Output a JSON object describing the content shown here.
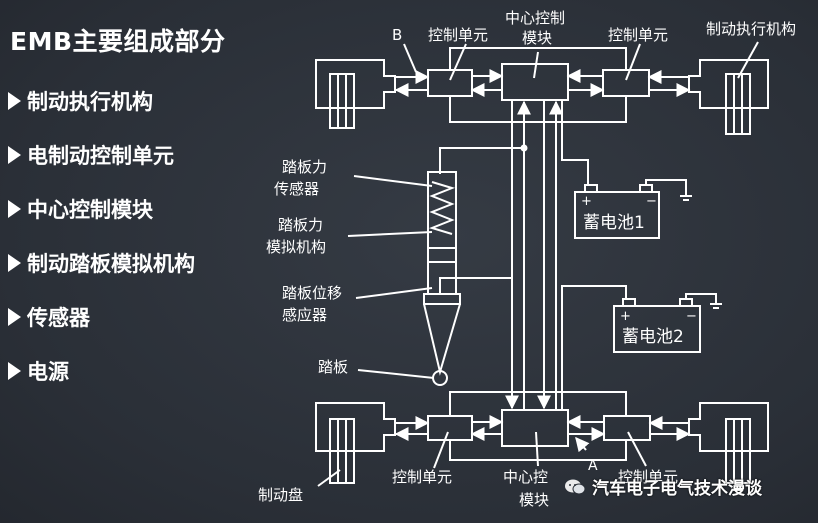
{
  "title": "EMB主要组成部分",
  "menu_items": [
    "制动执行机构",
    "电制动控制单元",
    "中心控制模块",
    "制动踏板模拟机构",
    "传感器",
    "电源"
  ],
  "diagram_labels": {
    "label_b": "B",
    "label_a": "A",
    "control_unit_top_left": "控制单元",
    "center_module_top_l1": "中心控制",
    "center_module_top_l2": "模块",
    "control_unit_top_right": "控制单元",
    "actuator": "制动执行机构",
    "pedal_force_sensor_l1": "踏板力",
    "pedal_force_sensor_l2": "传感器",
    "pedal_force_sim_l1": "踏板力",
    "pedal_force_sim_l2": "模拟机构",
    "pedal_position_sensor_l1": "踏板位移",
    "pedal_position_sensor_l2": "感应器",
    "pedal": "踏板",
    "battery_1": "蓄电池1",
    "battery_2": "蓄电池2",
    "brake_disc": "制动盘",
    "control_unit_bottom_left": "控制单元",
    "center_module_bottom_l1": "中心控",
    "center_module_bottom_l2": "模块",
    "control_unit_bottom_right": "控制单元"
  },
  "watermark": "汽车电子电气技术漫谈",
  "colors": {
    "background": "#2b3038",
    "line": "#ffffff"
  }
}
